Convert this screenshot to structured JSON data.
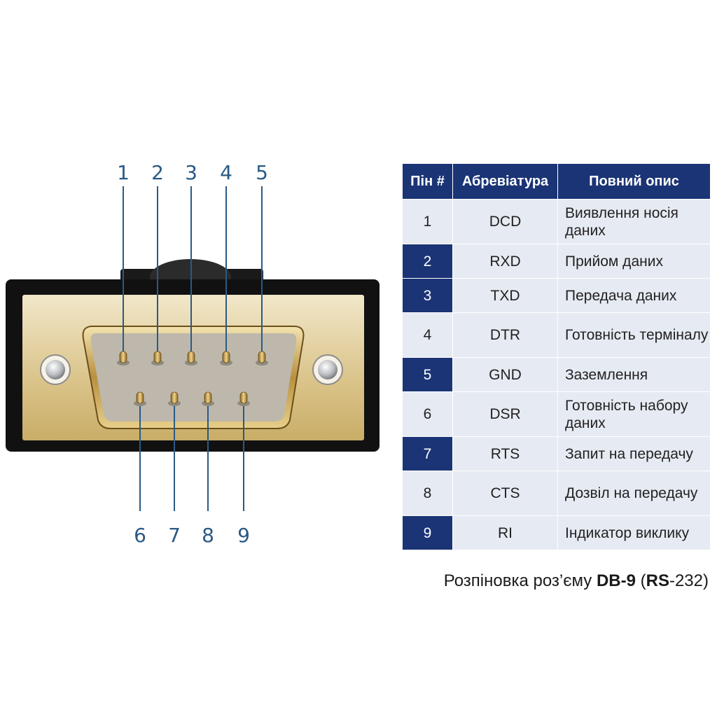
{
  "connector": {
    "top_row_pins": [
      "1",
      "2",
      "3",
      "4",
      "5"
    ],
    "bottom_row_pins": [
      "6",
      "7",
      "8",
      "9"
    ],
    "colors": {
      "label": "#2a5a85",
      "shell_gold": "#d9c491",
      "frame_black": "#111111",
      "pin_gold": "#c9a04a"
    }
  },
  "table": {
    "headers": {
      "pin": "Пін #",
      "abbr": "Абревіатура",
      "desc": "Повний опис"
    },
    "rows": [
      {
        "pin": "1",
        "abbr": "DCD",
        "desc": "Виявлення носія даних",
        "tall": true,
        "dark": false
      },
      {
        "pin": "2",
        "abbr": "RXD",
        "desc": "Прийом даних",
        "tall": false,
        "dark": true
      },
      {
        "pin": "3",
        "abbr": "TXD",
        "desc": "Передача даних",
        "tall": false,
        "dark": true
      },
      {
        "pin": "4",
        "abbr": "DTR",
        "desc": "Готовність терміналу",
        "tall": true,
        "dark": false
      },
      {
        "pin": "5",
        "abbr": "GND",
        "desc": "Заземлення",
        "tall": false,
        "dark": true
      },
      {
        "pin": "6",
        "abbr": "DSR",
        "desc": "Готовність набору даних",
        "tall": true,
        "dark": false
      },
      {
        "pin": "7",
        "abbr": "RTS",
        "desc": "Запит на передачу",
        "tall": false,
        "dark": true
      },
      {
        "pin": "8",
        "abbr": "CTS",
        "desc": "Дозвіл на передачу",
        "tall": true,
        "dark": false
      },
      {
        "pin": "9",
        "abbr": "RI",
        "desc": "Індикатор виклику",
        "tall": false,
        "dark": true
      }
    ],
    "colors": {
      "header_bg": "#1b3475",
      "cell_bg": "#e6eaf2"
    }
  },
  "caption": {
    "prefix": "Розпіновка роз’єму ",
    "part1": "DB-9",
    "middle": " (",
    "part2": "RS",
    "suffix": "-232)"
  }
}
